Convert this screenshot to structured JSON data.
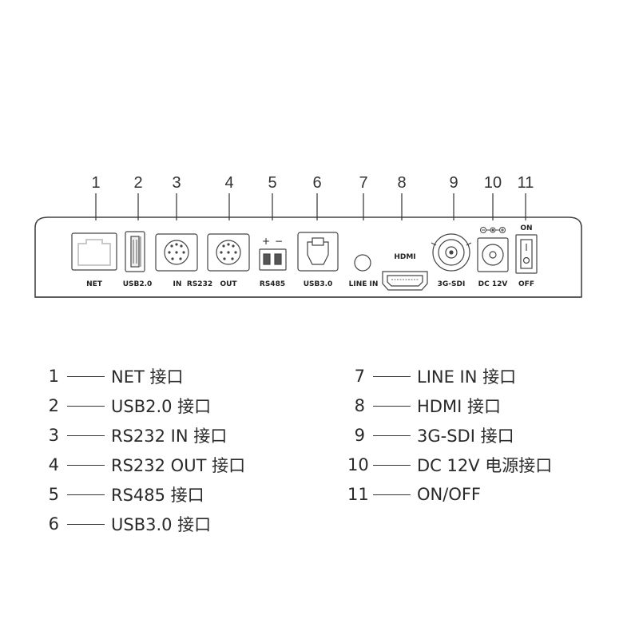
{
  "callout_numbers": [
    "1",
    "2",
    "3",
    "4",
    "5",
    "6",
    "7",
    "8",
    "9",
    "10",
    "11"
  ],
  "port_labels": {
    "net": "NET",
    "usb2": "USB2.0",
    "rs232_in": "IN",
    "rs232": "RS232",
    "rs232_out": "OUT",
    "rs485": "RS485",
    "rs485_plus": "+",
    "rs485_minus": "−",
    "usb3": "USB3.0",
    "line_in": "LINE IN",
    "hdmi_top": "HDMI",
    "sdi": "3G-SDI",
    "dc": "DC 12V",
    "switch_on": "ON",
    "switch_off": "OFF"
  },
  "legend": [
    {
      "num": "1",
      "text": "NET 接口"
    },
    {
      "num": "2",
      "text": "USB2.0 接口"
    },
    {
      "num": "3",
      "text": "RS232 IN 接口"
    },
    {
      "num": "4",
      "text": "RS232 OUT 接口"
    },
    {
      "num": "5",
      "text": "RS485 接口"
    },
    {
      "num": "6",
      "text": "USB3.0 接口"
    },
    {
      "num": "7",
      "text": "LINE IN 接口"
    },
    {
      "num": "8",
      "text": "HDMI 接口"
    },
    {
      "num": "9",
      "text": "3G-SDI 接口"
    },
    {
      "num": "10",
      "text": "DC 12V 电源接口"
    },
    {
      "num": "11",
      "text": "ON/OFF"
    }
  ],
  "colors": {
    "stroke": "#333333",
    "background": "#ffffff"
  }
}
